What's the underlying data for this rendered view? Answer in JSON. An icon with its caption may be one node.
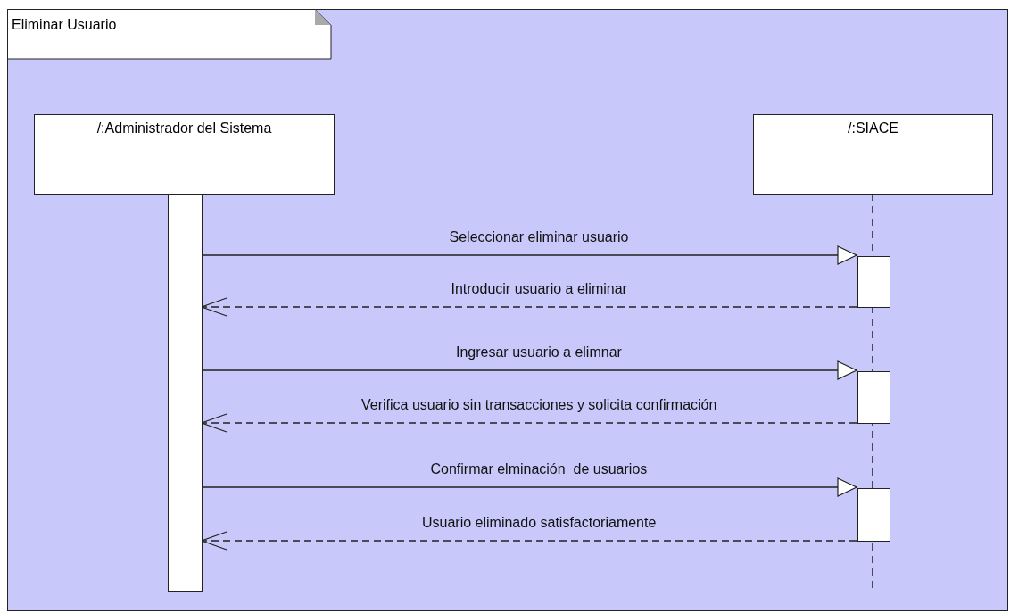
{
  "diagram": {
    "nodes": [
      {
        "text": [
          "Eliminar Usuario"
        ]
      },
      {
        "text": [
          "/:Administrador del Sistema"
        ],
        "in": 0
      },
      {
        "text": [
          "/:SIACE"
        ],
        "in": 0
      },
      {
        "text": [],
        "shape": "bar",
        "in": 0
      },
      {
        "text": [],
        "shape": "bar",
        "in": 0
      },
      {
        "text": [],
        "shape": "bar",
        "in": 0
      },
      {
        "text": [],
        "shape": "bar",
        "in": 0
      }
    ],
    "edges": [
      {
        "from": 3,
        "to": 4,
        "arrow": "to",
        "label": "Seleccionar eliminar usuario"
      },
      {
        "from": 4,
        "to": 3,
        "arrow": "to",
        "label": "Introducir usuario a eliminar",
        "style": "dashed"
      },
      {
        "from": 3,
        "to": 5,
        "arrow": "to",
        "label": "Ingresar usuario a elimnar"
      },
      {
        "from": 5,
        "to": 3,
        "arrow": "to",
        "label": "Verifica usuario sin transacciones y solicita confirmación",
        "style": "dashed"
      },
      {
        "from": 3,
        "to": 6,
        "arrow": "to",
        "label": "Confirmar elminación  de usuarios"
      },
      {
        "from": 6,
        "to": 3,
        "arrow": "to",
        "label": "Usuario eliminado satisfactoriamente",
        "style": "dashed"
      }
    ]
  }
}
